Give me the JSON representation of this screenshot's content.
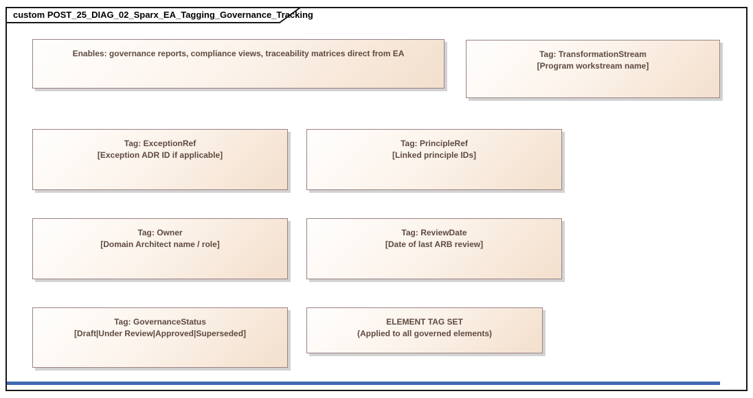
{
  "frame": {
    "title": "custom POST_25_DIAG_02_Sparx_EA_Tagging_Governance_Tracking",
    "type": "uml-diagram-frame"
  },
  "boxes": [
    {
      "id": "enables-note",
      "lines": [
        "Enables: governance reports, compliance views, traceability matrices direct from EA"
      ]
    },
    {
      "id": "tag-transformation-stream",
      "lines": [
        "Tag: TransformationStream",
        "[Program workstream name]"
      ]
    },
    {
      "id": "tag-exception-ref",
      "lines": [
        "Tag: ExceptionRef",
        "[Exception ADR ID if applicable]"
      ]
    },
    {
      "id": "tag-principle-ref",
      "lines": [
        "Tag: PrincipleRef",
        "[Linked principle IDs]"
      ]
    },
    {
      "id": "tag-owner",
      "lines": [
        "Tag: Owner",
        "[Domain Architect name / role]"
      ]
    },
    {
      "id": "tag-review-date",
      "lines": [
        "Tag: ReviewDate",
        "[Date of last ARB review]"
      ]
    },
    {
      "id": "tag-governance-status",
      "lines": [
        "Tag: GovernanceStatus",
        "[Draft|Under Review|Approved|Superseded]"
      ]
    },
    {
      "id": "element-tag-set",
      "lines": [
        "ELEMENT TAG SET",
        "(Applied to all governed elements)"
      ]
    }
  ],
  "colors": {
    "frame_border": "#161616",
    "box_fill_start": "#fffefd",
    "box_fill_end": "#f3dfcc",
    "box_border": "#9b8084",
    "box_text": "#5e4a40",
    "box_shadow": "#d2d2d2",
    "bottom_bar": "#4169b2",
    "background": "#ffffff"
  }
}
